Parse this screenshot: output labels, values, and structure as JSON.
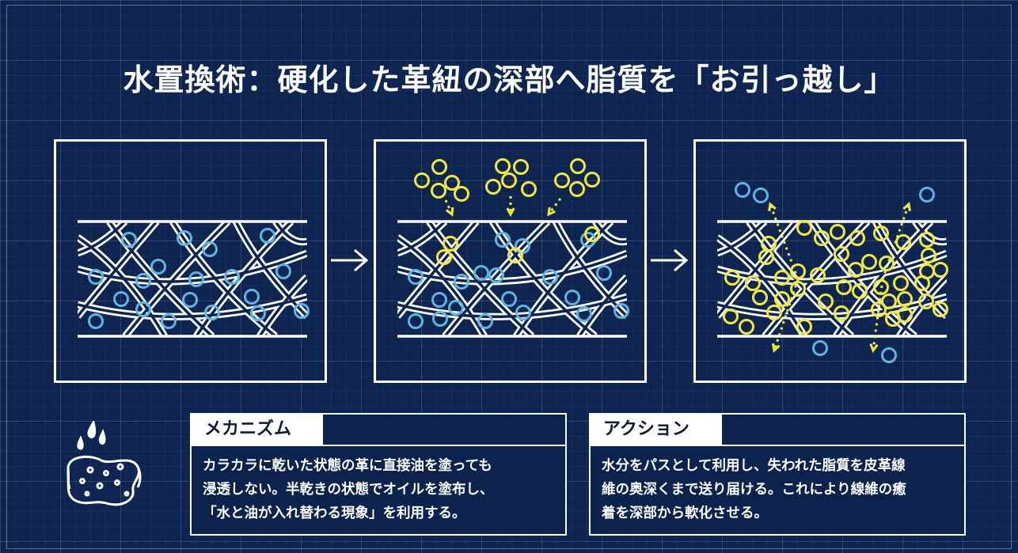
{
  "title": "水置換術：硬化した革紐の深部へ脂質を「お引っ越し」",
  "colors": {
    "background": "#0e2552",
    "water": "#5fb4e6",
    "oil": "#f0e93a",
    "fiber": "#ffffff"
  },
  "mechanism": {
    "header": "メカニズム",
    "lines": [
      "カラカラに乾いた状態の革に直接油を塗っても",
      "浸透しない。半乾きの状態でオイルを塗布し、",
      "「水と油が入れ替わる現象」を利用する。"
    ]
  },
  "action": {
    "header": "アクション",
    "lines": [
      "水分をパスとして利用し、失われた脂質を皮革線",
      "維の奥深くまで送り届ける。これにより線維の癒",
      "着を深部から軟化させる。"
    ]
  }
}
